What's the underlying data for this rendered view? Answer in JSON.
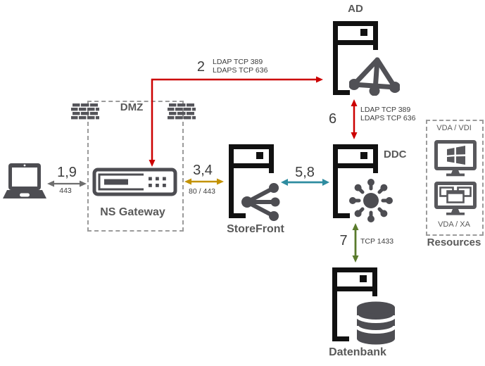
{
  "diagram": {
    "nodes": {
      "client": {
        "icon": "laptop-icon"
      },
      "dmz": {
        "label": "DMZ",
        "icon": "firewall-brick-wall"
      },
      "gateway": {
        "label": "NS Gateway",
        "icon": "network-appliance"
      },
      "storefront": {
        "label": "StoreFront",
        "icon": "server-with-share-glyph"
      },
      "ad": {
        "label": "AD",
        "icon": "server-with-directory-triangle"
      },
      "ddc": {
        "label": "DDC",
        "icon": "server-with-broker-hub"
      },
      "database": {
        "label": "Datenbank",
        "icon": "server-with-database-cylinder"
      },
      "resources": {
        "label": "Resources",
        "items": [
          {
            "label": "VDA / VDI",
            "icon": "monitor-windows-logo"
          },
          {
            "label": "VDA / XA",
            "icon": "monitor-cascading-windows"
          }
        ]
      }
    },
    "connections": {
      "client_gateway": {
        "step": "1,9",
        "ports": "443"
      },
      "gateway_ad": {
        "step": "2",
        "port_lines": [
          "LDAP TCP 389",
          "LDAPS TCP 636"
        ]
      },
      "gateway_storefront": {
        "step": "3,4",
        "ports": "80 / 443"
      },
      "storefront_ddc": {
        "step": "5,8"
      },
      "ad_ddc": {
        "step": "6",
        "port_lines": [
          "LDAP TCP 389",
          "LDAPS TCP 636"
        ]
      },
      "ddc_database": {
        "step": "7",
        "ports": "TCP 1433"
      }
    },
    "colors": {
      "red": "#cc0000",
      "gold": "#c39200",
      "teal": "#2e8ca0",
      "green": "#5a7b2c",
      "gray": "#6e6e6e"
    }
  }
}
